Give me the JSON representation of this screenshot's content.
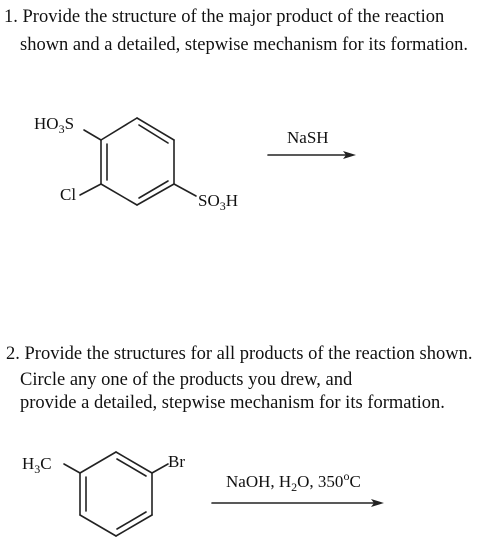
{
  "question_1": {
    "line_1": "1. Provide the structure of the major product of the reaction",
    "line_2": "shown and a detailed, stepwise mechanism for its  formation.",
    "substituent_top_main": "HO",
    "substituent_top_sub": "3",
    "substituent_top_end": "S",
    "substituent_left": "Cl",
    "substituent_right_main": "SO",
    "substituent_right_sub": "3",
    "substituent_right_end": "H",
    "reagent": "NaSH"
  },
  "question_2": {
    "line_1": "2. Provide the structures for all products of the reaction shown.",
    "line_2": "Circle any one of the products you drew, and",
    "line_3": "provide a detailed, stepwise mechanism for its formation.",
    "substituent_left_main": "H",
    "substituent_left_sub": "3",
    "substituent_left_end": "C",
    "substituent_right": "Br",
    "reagent_a": "NaOH, H",
    "reagent_sub": "2",
    "reagent_b": "O, 350",
    "reagent_sup": "o",
    "reagent_c": "C"
  }
}
